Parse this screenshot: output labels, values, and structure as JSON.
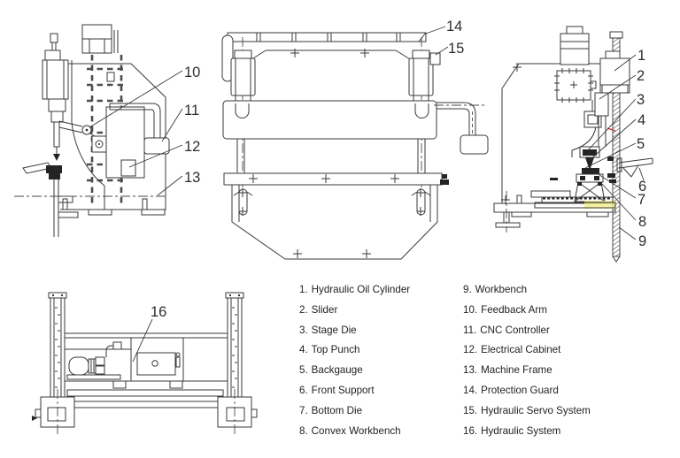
{
  "legend": {
    "col1": [
      {
        "num": "1.",
        "label": "Hydraulic Oil Cylinder"
      },
      {
        "num": "2.",
        "label": "Slider"
      },
      {
        "num": "3.",
        "label": "Stage Die"
      },
      {
        "num": "4.",
        "label": "Top Punch"
      },
      {
        "num": "5.",
        "label": "Backgauge"
      },
      {
        "num": "6.",
        "label": "Front Support"
      },
      {
        "num": "7.",
        "label": "Bottom Die"
      },
      {
        "num": "8.",
        "label": "Convex Workbench"
      }
    ],
    "col2": [
      {
        "num": "9.",
        "label": "Workbench"
      },
      {
        "num": "10.",
        "label": "Feedback Arm"
      },
      {
        "num": "11.",
        "label": "CNC Controller"
      },
      {
        "num": "12.",
        "label": "Electrical Cabinet"
      },
      {
        "num": "13.",
        "label": "Machine Frame"
      },
      {
        "num": "14.",
        "label": "Protection Guard"
      },
      {
        "num": "15.",
        "label": "Hydraulic Servo System"
      },
      {
        "num": "16.",
        "label": "Hydraulic System"
      }
    ]
  },
  "callouts": {
    "left_view": [
      "10",
      "11",
      "12",
      "13"
    ],
    "front_view": [
      "14",
      "15"
    ],
    "right_view": [
      "1",
      "2",
      "3",
      "4",
      "5",
      "6",
      "7",
      "8",
      "9"
    ],
    "bottom_view": [
      "16"
    ]
  },
  "colors": {
    "background": "#ffffff",
    "line": "#3a3a3a",
    "highlight_yellow": "#f3ef8d",
    "highlight_red": "#cc4444"
  }
}
